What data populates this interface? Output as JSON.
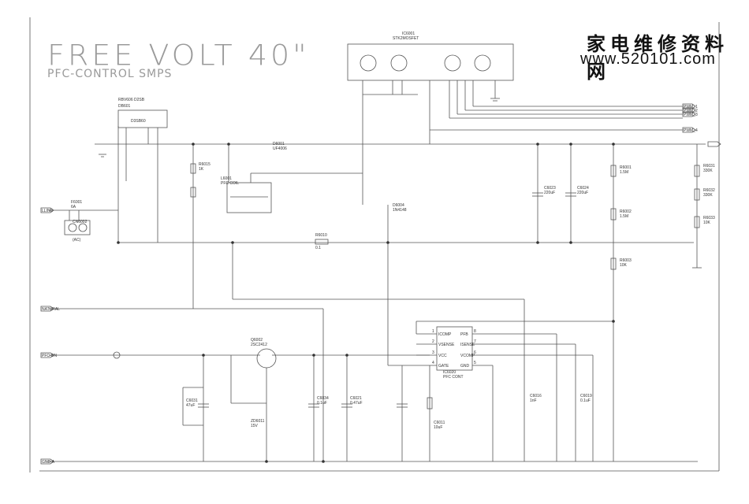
{
  "header": {
    "title": "FREE VOLT 40\"",
    "subtitle": "PFC-CONTROL SMPS"
  },
  "watermark": {
    "chinese": "家电维修资料网",
    "url": "www.520101.com"
  },
  "inputs": {
    "line": "LLINE",
    "natural": "NATURAL",
    "pfc_on": "PFC-ON",
    "gnd": "GND-A"
  },
  "outputs": [
    "PWM_1",
    "PWM_2",
    "PWM_3",
    "PWM_4"
  ],
  "components": {
    "bridge": {
      "ref": "DB601",
      "part": "D3SB60",
      "note": "RBV606 D2SB"
    },
    "fuse": {
      "ref": "F6001",
      "value": "6A"
    },
    "connector": {
      "ref": "CN6002",
      "label": "(AC)"
    },
    "pfc_coil": {
      "ref": "L6001",
      "note": "PFC COIL"
    },
    "fet_module": {
      "ref": "IC6001",
      "note": "STK2MOSFET"
    },
    "controller": {
      "ref": "IC6020",
      "part": "PFC CONT",
      "pins_left": [
        "1",
        "2",
        "3",
        "4"
      ],
      "pins_right": [
        "8",
        "7",
        "6",
        "5"
      ],
      "labels_left": [
        "ICOMP",
        "VSENSE",
        "VCC",
        "GATE"
      ],
      "labels_right": [
        "PFB",
        "ISENSE",
        "VCOMP",
        "GND"
      ]
    },
    "transistor": {
      "ref": "Q6002",
      "part": "2SC2412"
    },
    "caps": [
      {
        "ref": "C6023",
        "value": "220uF"
      },
      {
        "ref": "C6024",
        "value": "220uF"
      },
      {
        "ref": "C6016",
        "value": "1nF"
      },
      {
        "ref": "C6019",
        "value": "0.1uF"
      },
      {
        "ref": "C6011",
        "value": "10uF"
      },
      {
        "ref": "C6034",
        "value": "0.1uF"
      },
      {
        "ref": "C6031",
        "value": "47uF"
      },
      {
        "ref": "C6021",
        "value": "0.47uF"
      }
    ],
    "resistors": [
      {
        "ref": "R6001",
        "value": "1.5M"
      },
      {
        "ref": "R6002",
        "value": "1.5M"
      },
      {
        "ref": "R6003",
        "value": "10K"
      },
      {
        "ref": "R6010",
        "value": "0.1"
      },
      {
        "ref": "R6015",
        "value": "1K"
      },
      {
        "ref": "R6031",
        "value": "330K"
      },
      {
        "ref": "R6032",
        "value": "330K"
      },
      {
        "ref": "R6033",
        "value": "10K"
      }
    ],
    "diodes": [
      {
        "ref": "D6001",
        "part": "UF4006"
      },
      {
        "ref": "D6004",
        "part": "1N4148"
      },
      {
        "ref": "ZD6011",
        "part": "15V"
      }
    ]
  }
}
